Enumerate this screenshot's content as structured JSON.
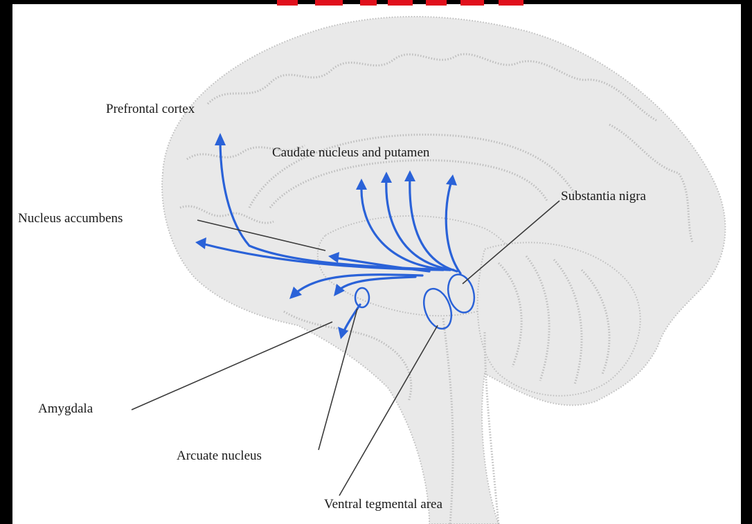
{
  "labels": {
    "prefrontal_cortex": "Prefrontal cortex",
    "caudate_putamen": "Caudate nucleus and putamen",
    "nucleus_accumbens": "Nucleus accumbens",
    "substantia_nigra": "Substantia nigra",
    "amygdala": "Amygdala",
    "arcuate_nucleus": "Arcuate nucleus",
    "ventral_tegmental_area": "Ventral tegmental area"
  },
  "colors": {
    "background": "#000000",
    "pathway": "#2a62d8",
    "title_fragment": "#e0101c"
  }
}
